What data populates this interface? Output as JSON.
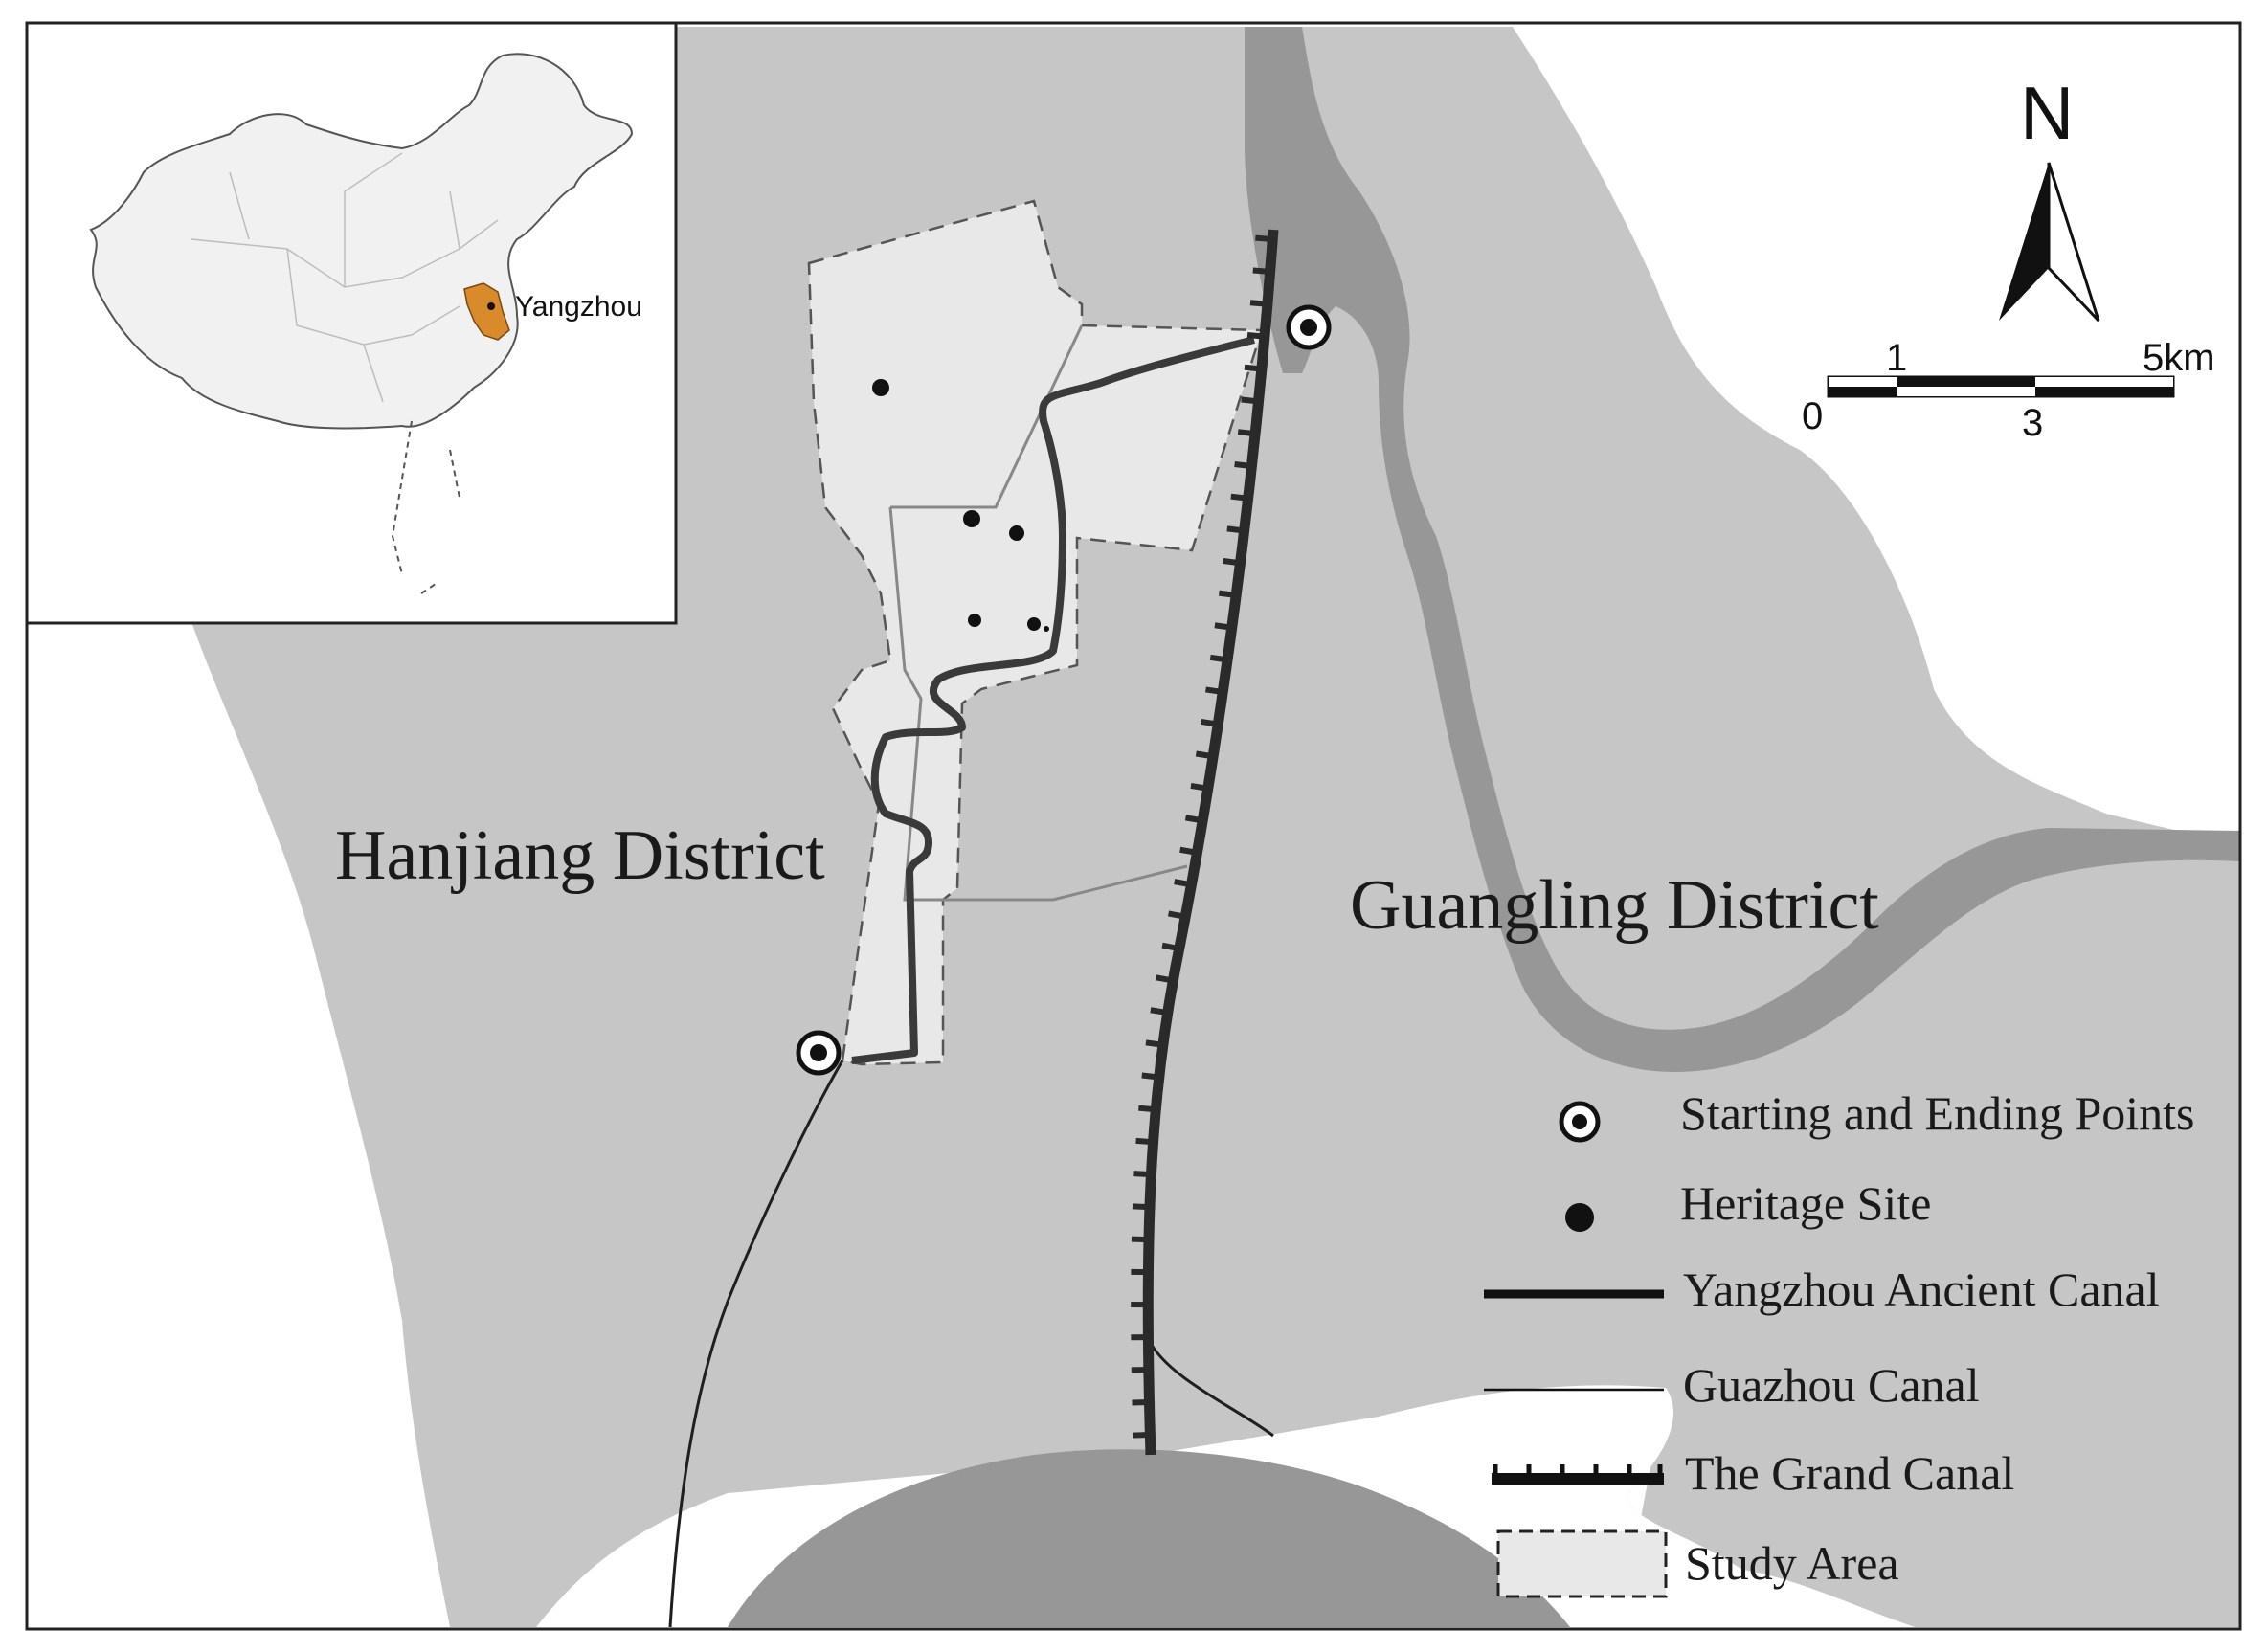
{
  "map": {
    "districts": {
      "hanjiang": "Hanjiang District",
      "guangling": "Guangling District"
    },
    "inset": {
      "city_label": "Yangzhou",
      "highlight_color": "#d98a2b"
    },
    "north_arrow": {
      "label": "N",
      "icon": "north-arrow-icon"
    },
    "scale_bar": {
      "labels": [
        "0",
        "1",
        "3",
        "5km"
      ]
    },
    "legend": {
      "items": [
        {
          "symbol": "target-point-icon",
          "label": "Starting and Ending Points"
        },
        {
          "symbol": "dot-icon",
          "label": "Heritage Site"
        },
        {
          "symbol": "thick-line-icon",
          "label": "Yangzhou Ancient Canal"
        },
        {
          "symbol": "thin-line-icon",
          "label": "Guazhou Canal"
        },
        {
          "symbol": "railway-line-icon",
          "label": "The Grand Canal"
        },
        {
          "symbol": "dashed-box-icon",
          "label": "Study Area"
        }
      ]
    },
    "colors": {
      "land": "#c6c6c6",
      "water": "#979797",
      "study_area": "#e8e8e8",
      "background": "#ffffff"
    }
  }
}
